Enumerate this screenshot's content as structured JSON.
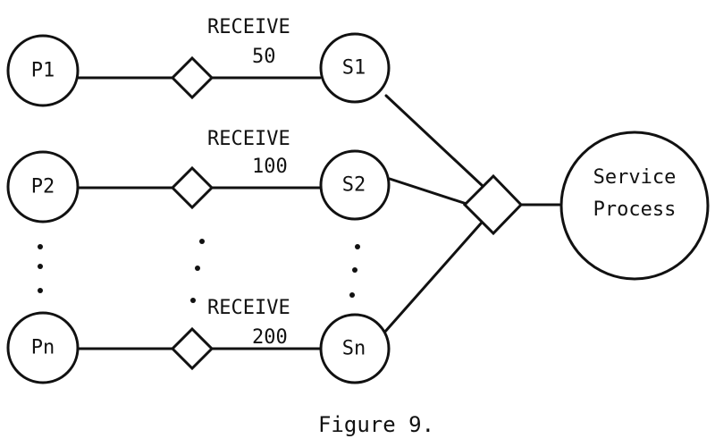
{
  "diagram": {
    "producers": [
      {
        "id": "p1",
        "label": "P1"
      },
      {
        "id": "p2",
        "label": "P2"
      },
      {
        "id": "pn",
        "label": "Pn"
      }
    ],
    "servers": [
      {
        "id": "s1",
        "label": "S1"
      },
      {
        "id": "s2",
        "label": "S2"
      },
      {
        "id": "sn",
        "label": "Sn"
      }
    ],
    "receives": [
      {
        "keyword": "RECEIVE",
        "value": "50"
      },
      {
        "keyword": "RECEIVE",
        "value": "100"
      },
      {
        "keyword": "RECEIVE",
        "value": "200"
      }
    ],
    "service": {
      "line1": "Service",
      "line2": "Process"
    }
  },
  "caption": "Figure 9."
}
